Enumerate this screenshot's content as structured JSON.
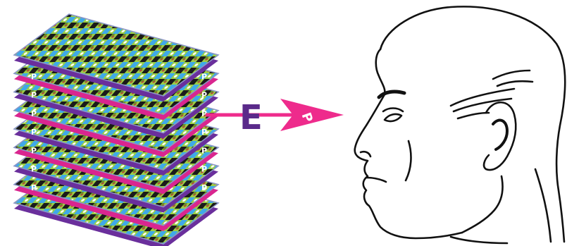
{
  "labels": {
    "field": "E",
    "momentum": "P",
    "layer_marker": "P"
  },
  "colors": {
    "background": "#ffffff",
    "layer_purple": "#6a2f9c",
    "layer_magenta": "#d9268f",
    "arrow_pink": "#ee2b8c",
    "e_label_purple": "#5a2a8a",
    "grid_green": "#9bcf45",
    "grid_blue": "#3fa9e8",
    "grid_black": "#1a1a1a",
    "grid_red": "#c8343c",
    "head_line": "#111111",
    "sheet_outline": "#8a96c8"
  },
  "layer_count": 9
}
